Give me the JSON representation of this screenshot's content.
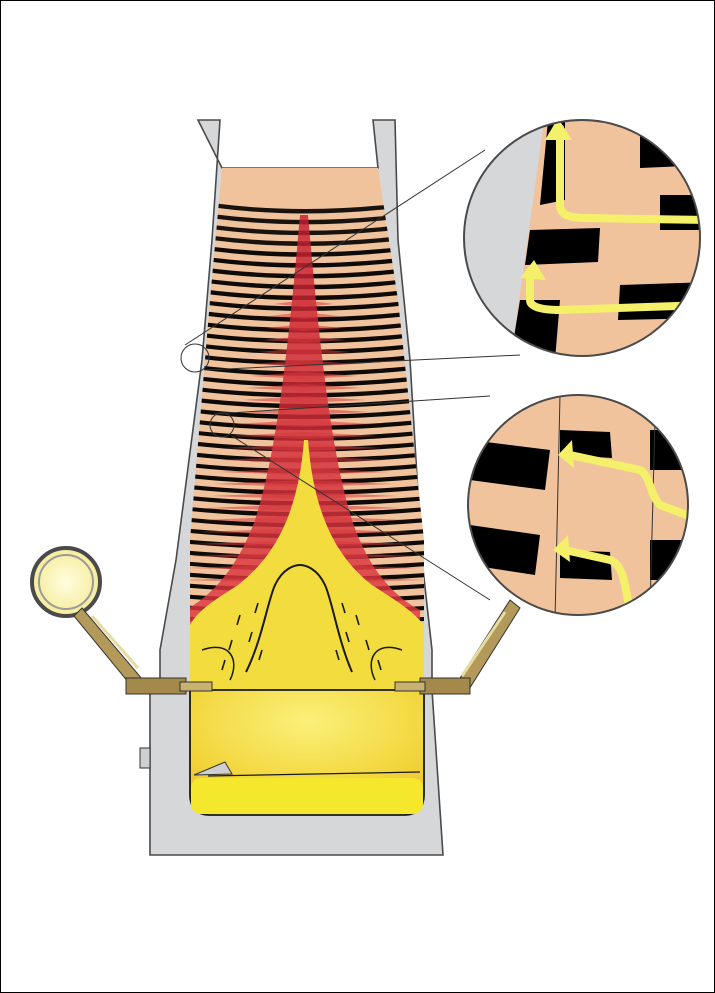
{
  "diagram": {
    "labels": [],
    "colors": {
      "refractory_lining": "#d6d7d9",
      "lining_outline": "#4a4a4a",
      "coke_layer": "#000000",
      "ore_layer": "#f0c39c",
      "cohesive_zone": "#d02a36",
      "hot_zone": "#f5e04a",
      "hearth_metal": "#f0e03a",
      "gas_flow_arrow": "#f4f06a",
      "tuyere_metal": "#8a7a4a",
      "blowpipe_light": "#fff3b0"
    },
    "components": [
      "refractory-lining",
      "burden-layers",
      "cohesive-zone",
      "raceway",
      "hearth",
      "tuyere-left",
      "tuyere-right",
      "magnifier-upper",
      "magnifier-lower"
    ]
  }
}
